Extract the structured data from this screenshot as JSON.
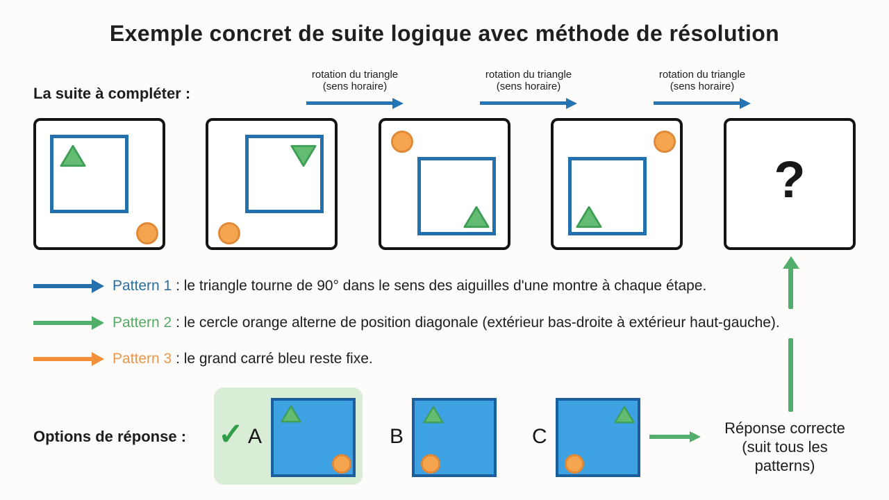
{
  "title": "Exemple concret de suite logique avec méthode de résolution",
  "sequence": {
    "label": "La suite à compléter :",
    "transition": {
      "line1": "rotation du triangle",
      "line2": "(sens horaire)"
    },
    "unknown_mark": "?",
    "cells": [
      {
        "index": 1,
        "carre_bleu": "haut-gauche",
        "triangle_vert": "haut-gauche, pointe vers le haut",
        "cercle_orange": "extérieur bas-droite"
      },
      {
        "index": 2,
        "carre_bleu": "haut-droite",
        "triangle_vert": "haut-droite, pointe vers le bas",
        "cercle_orange": "extérieur bas-gauche"
      },
      {
        "index": 3,
        "carre_bleu": "bas-droite",
        "triangle_vert": "bas-droite, pointe vers le haut",
        "cercle_orange": "extérieur haut-gauche"
      },
      {
        "index": 4,
        "carre_bleu": "bas-gauche",
        "triangle_vert": "bas-gauche, pointe vers le haut",
        "cercle_orange": "extérieur haut-droite"
      },
      {
        "index": 5,
        "contenu": "?"
      }
    ]
  },
  "patterns": [
    {
      "name": "Pattern 1",
      "desc": " : le triangle tourne de 90° dans le sens des aiguilles d'une montre à chaque étape.",
      "color": "#2a6f9e"
    },
    {
      "name": "Pattern 2",
      "desc": " : le cercle orange alterne de position diagonale (extérieur bas-droite à extérieur haut-gauche).",
      "color": "#55a966"
    },
    {
      "name": "Pattern 3",
      "desc": " : le grand carré bleu reste fixe.",
      "color": "#e9964a"
    }
  ],
  "options": {
    "label": "Options de réponse :",
    "checkmark": "✓",
    "items": [
      {
        "letter": "A",
        "correct": true,
        "triangle_vert": "haut-gauche",
        "cercle_orange": "bas-droite"
      },
      {
        "letter": "B",
        "correct": false,
        "triangle_vert": "haut-gauche",
        "cercle_orange": "bas-gauche"
      },
      {
        "letter": "C",
        "correct": false,
        "triangle_vert": "haut-droite",
        "cercle_orange": "bas-gauche"
      }
    ]
  },
  "answer_note": {
    "line1": "Réponse correcte",
    "line2": "(suit tous les patterns)"
  },
  "colors": {
    "bleu_trait": "#2575b5",
    "bleu_carre": "#2470ad",
    "bleu_option": "#3ea1e2",
    "vert": "#52ae6b",
    "vert_triangle": "#63bc72",
    "orange": "#f6a54f",
    "orange_fleche": "#f29037",
    "surlignage_vert": "#d8ecd6",
    "coche": "#2f9e46"
  }
}
